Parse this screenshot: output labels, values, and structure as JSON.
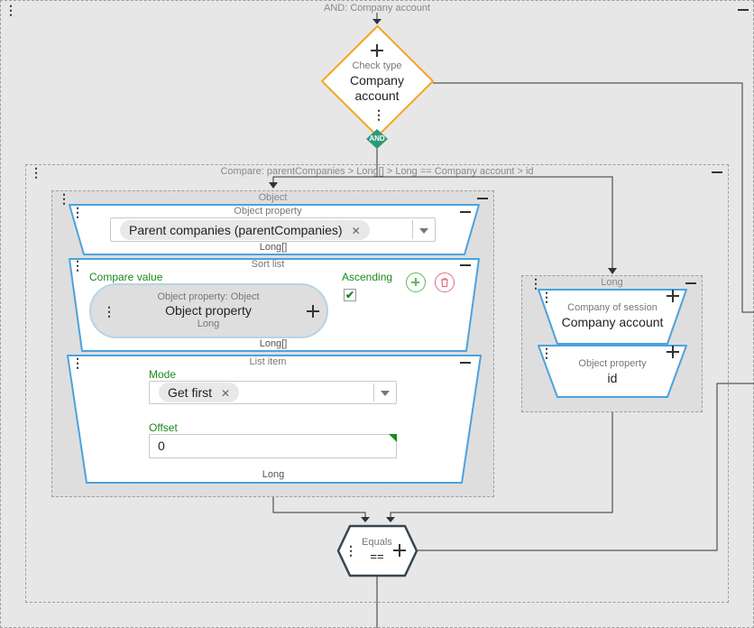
{
  "groups": {
    "and_group": "AND: Company account",
    "compare_group": "Compare: parentCompanies > Long[] > Long == Company account > id",
    "object_group": "Object",
    "long_group": "Long"
  },
  "check_type": {
    "small": "Check type",
    "line1": "Company",
    "line2": "account",
    "badge": "AND"
  },
  "object_property_node": {
    "label": "Object property",
    "chip": "Parent companies (parentCompanies)",
    "chip_remove": "✕",
    "type": "Long[]"
  },
  "sort_list_node": {
    "label": "Sort list",
    "compare_value_label": "Compare value",
    "inner_small": "Object property: Object",
    "inner_title": "Object property",
    "inner_type": "Long",
    "ascending_label": "Ascending",
    "ascending_checked": "✔",
    "type": "Long[]"
  },
  "list_item_node": {
    "label": "List item",
    "mode_label": "Mode",
    "mode_chip": "Get first",
    "chip_remove": "✕",
    "offset_label": "Offset",
    "offset_value": "0",
    "type": "Long"
  },
  "company_session_node": {
    "small": "Company of session",
    "title": "Company account"
  },
  "object_property_id_node": {
    "small": "Object property",
    "title": "id"
  },
  "equals_node": {
    "small": "Equals",
    "title": "=="
  },
  "colors": {
    "node_border": "#4aa3df",
    "diamond": "#f5a623",
    "badge": "#2e9a7a",
    "green": "#1a8a1a",
    "red": "#e07080",
    "dark_hex": "#37474f"
  }
}
